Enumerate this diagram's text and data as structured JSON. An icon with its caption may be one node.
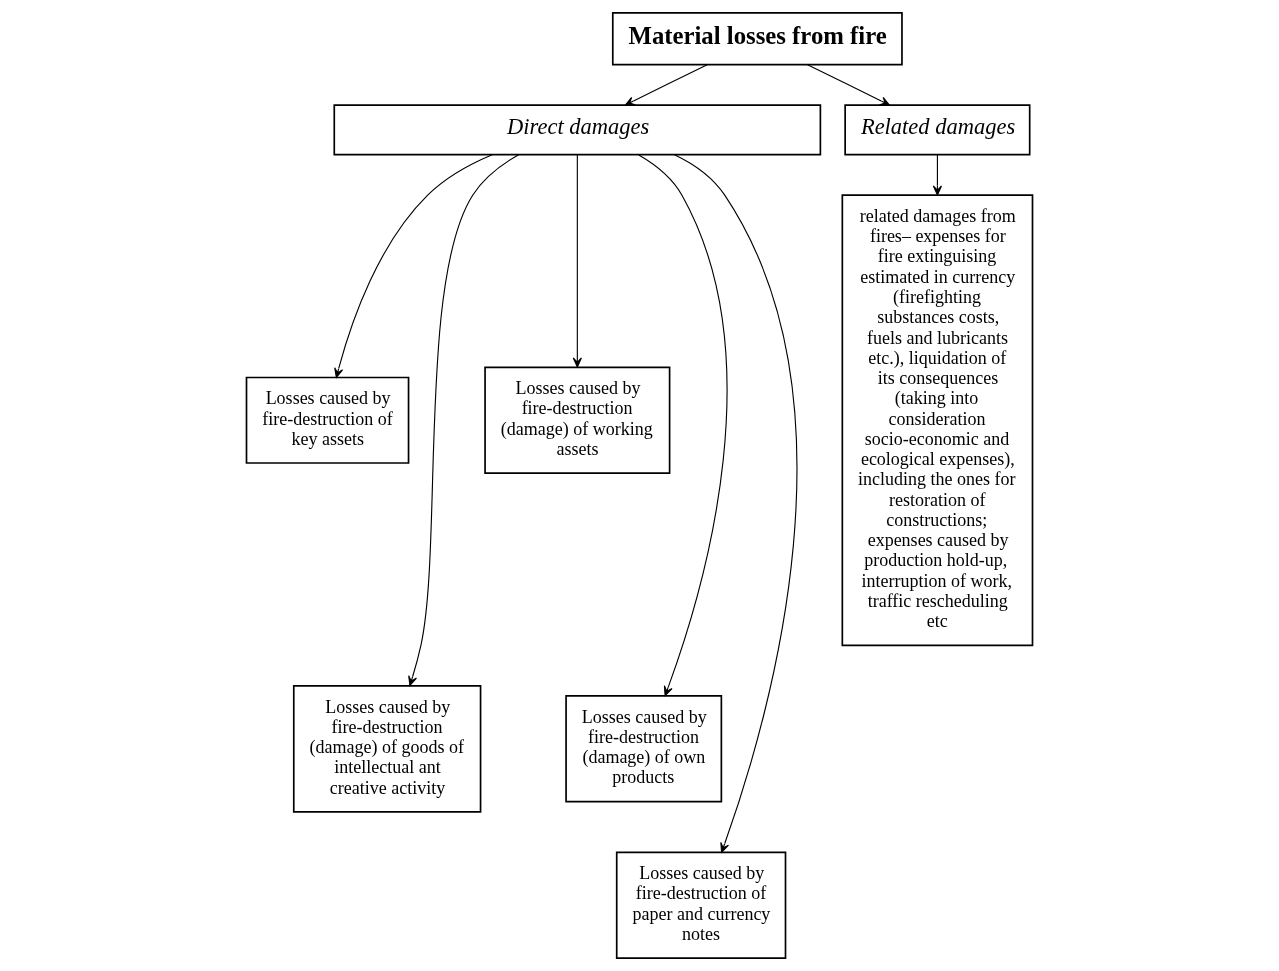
{
  "diagram": {
    "nodes": [
      {
        "text": [
          "Material losses from fire"
        ]
      },
      {
        "text": [
          "Direct damages"
        ]
      },
      {
        "text": [
          "Related damages"
        ]
      },
      {
        "text": [
          "Losses caused by fire-destruction of key assets"
        ]
      },
      {
        "text": [
          "Losses caused by fire-destruction (damage) of goods of intellectual ant creative activity"
        ]
      },
      {
        "text": [
          "Losses caused by fire-destruction (damage) of working assets"
        ]
      },
      {
        "text": [
          "Losses caused by fire-destruction (damage) of own products"
        ]
      },
      {
        "text": [
          "Losses caused by fire-destruction of paper and currency notes"
        ]
      },
      {
        "text": [
          "related damages from fires– expenses for fire extinguising estimated in currency (firefighting substances costs, fuels and lubricants etc.), liquidation of its consequences (taking into consideration socio-economic and ecological expenses), including the ones for restoration of constructions; expenses caused by production hold-up, interruption of work, traffic rescheduling etc"
        ]
      }
    ],
    "edges": [
      {
        "from": 0,
        "to": 1,
        "arrow": "to"
      },
      {
        "from": 0,
        "to": 2,
        "arrow": "to"
      },
      {
        "from": 1,
        "to": 3,
        "arrow": "to"
      },
      {
        "from": 1,
        "to": 4,
        "arrow": "to"
      },
      {
        "from": 1,
        "to": 5,
        "arrow": "to"
      },
      {
        "from": 1,
        "to": 6,
        "arrow": "to"
      },
      {
        "from": 1,
        "to": 7,
        "arrow": "to"
      },
      {
        "from": 2,
        "to": 8,
        "arrow": "to"
      }
    ]
  }
}
